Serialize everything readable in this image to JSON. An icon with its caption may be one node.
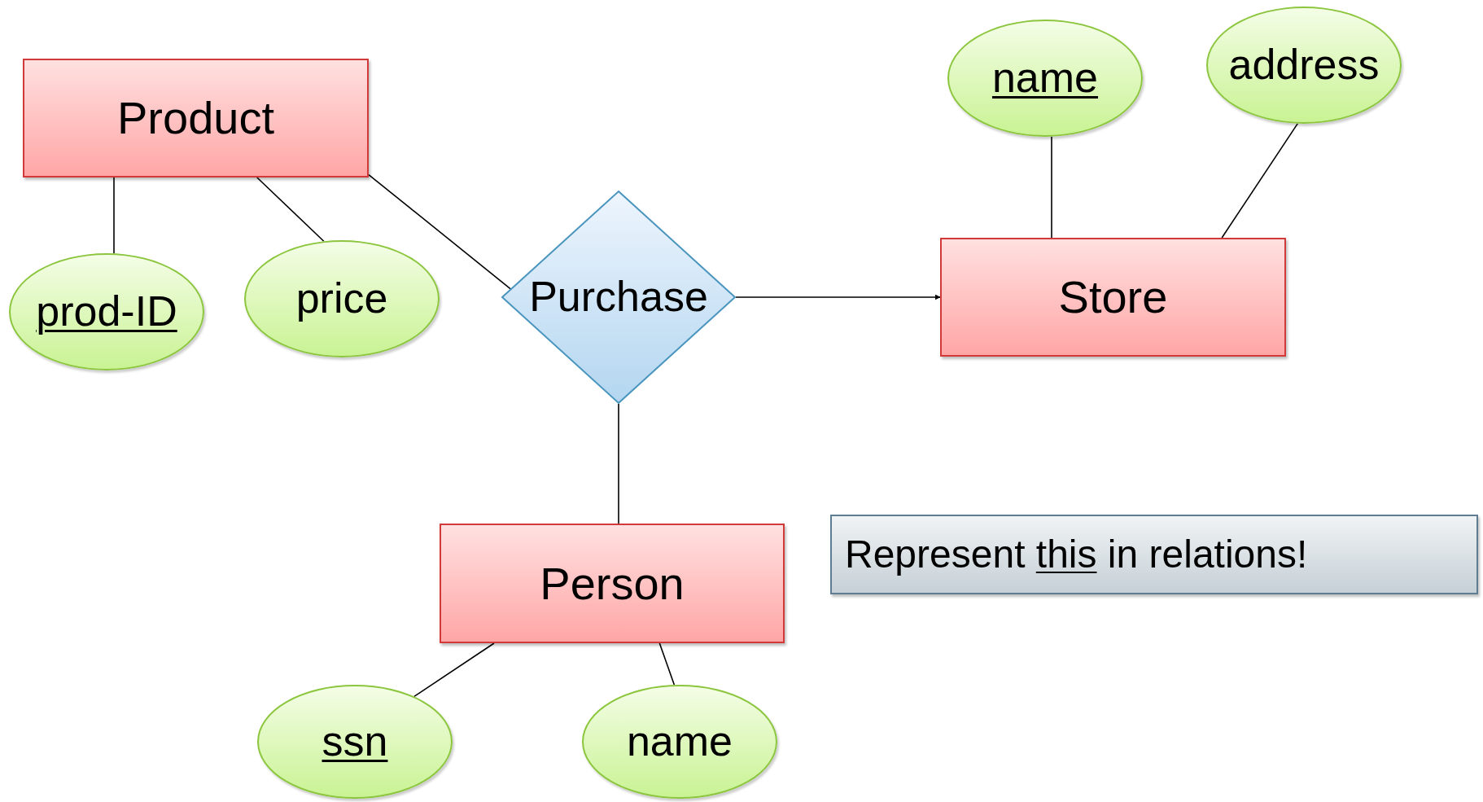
{
  "diagram": {
    "nodes": [
      {
        "text": [
          "Product"
        ]
      },
      {
        "text": [
          "prod-ID"
        ]
      },
      {
        "text": [
          "price"
        ]
      },
      {
        "text": [
          "Purchase"
        ]
      },
      {
        "text": [
          "Store"
        ]
      },
      {
        "text": [
          "name"
        ]
      },
      {
        "text": [
          "address"
        ]
      },
      {
        "text": [
          "Person"
        ]
      },
      {
        "text": [
          "ssn"
        ]
      },
      {
        "text": [
          "name"
        ]
      },
      {
        "text": [
          "Represent *this* in relations!"
        ]
      }
    ],
    "edges": [
      {
        "from": 0,
        "to": 1,
        "arrow": "none"
      },
      {
        "from": 0,
        "to": 2,
        "arrow": "none"
      },
      {
        "from": 0,
        "to": 3,
        "arrow": "none"
      },
      {
        "from": 3,
        "to": 4,
        "arrow": "to"
      },
      {
        "from": 4,
        "to": 5,
        "arrow": "none"
      },
      {
        "from": 4,
        "to": 6,
        "arrow": "none"
      },
      {
        "from": 3,
        "to": 7,
        "arrow": "none"
      },
      {
        "from": 7,
        "to": 8,
        "arrow": "none"
      },
      {
        "from": 7,
        "to": 9,
        "arrow": "none"
      }
    ]
  }
}
